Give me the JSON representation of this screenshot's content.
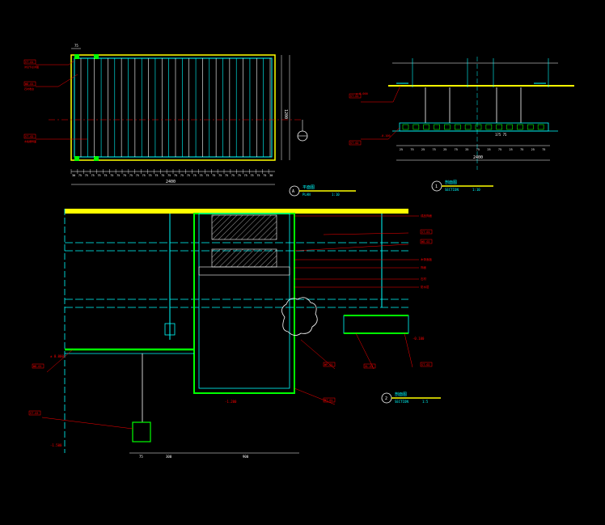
{
  "colors": {
    "background": "#000000",
    "yellow": "#ffff00",
    "cyan": "#00ffff",
    "green": "#00ff00",
    "red": "#ff0000",
    "white": "#ffffff",
    "magenta": "#ff00ff"
  },
  "plan": {
    "dims_bottom": [
      "30",
      "75",
      "75",
      "75",
      "75",
      "75",
      "75",
      "75",
      "75",
      "75",
      "75",
      "75",
      "75",
      "75",
      "75",
      "75",
      "75",
      "75",
      "75",
      "75",
      "75",
      "75",
      "75",
      "75",
      "75",
      "75",
      "75",
      "75",
      "75",
      "75",
      "75",
      "30"
    ],
    "total_label": "2400",
    "side_dim": "1200",
    "top_dim": "75",
    "tags": [
      "ST-01",
      "WD-01",
      "ST-02"
    ],
    "notes": [
      "详见节点详图",
      "石材收边",
      "木格栅饰面"
    ],
    "title_num": "A",
    "title_text": "平面图",
    "title_scale": "1:10",
    "title_sub": "PLAN"
  },
  "section1": {
    "tags": [
      "ST-01",
      "ST-02"
    ],
    "levels": [
      "± 0.000",
      "-0.100"
    ],
    "dims": [
      "25",
      "75",
      "25",
      "75",
      "25",
      "75",
      "25",
      "75",
      "25",
      "75",
      "25",
      "75",
      "25",
      "75"
    ],
    "total_label": "2400",
    "mid_label": "175   75",
    "title_num": "1",
    "title_text": "剖面图",
    "title_scale": "1:10",
    "title_sub": "SECTION"
  },
  "section2": {
    "levels": [
      "± 0.000",
      "-1.200",
      "-0.100",
      "-1.500"
    ],
    "tags": [
      "ST-01",
      "WD-01",
      "ST-02",
      "WP-01",
      "GL-01",
      "ST-03",
      "MT-01",
      "WD-02"
    ],
    "right_labels": [
      "成品饰面",
      "木饰面板",
      "饰面",
      "石材",
      "防水层"
    ],
    "bottom_dims": [
      "75",
      "300",
      "900"
    ],
    "title_num": "2",
    "title_text": "剖面图",
    "title_scale": "1:5",
    "title_sub": "SECTION"
  }
}
